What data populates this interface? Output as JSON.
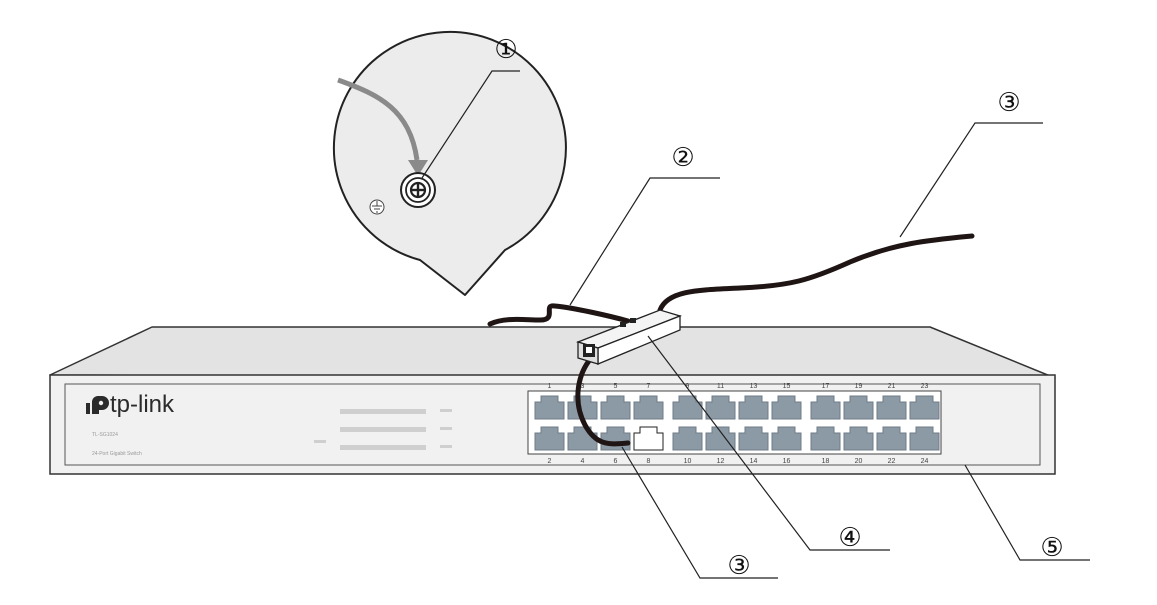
{
  "brand": {
    "logo_text": "tp-link"
  },
  "device": {
    "model": "TL-SG1024",
    "description": "24-Port Gigabit Switch",
    "top_port_labels": [
      "1",
      "3",
      "5",
      "7",
      "9",
      "11",
      "13",
      "15",
      "17",
      "19",
      "21",
      "23"
    ],
    "bottom_port_labels": [
      "2",
      "4",
      "6",
      "8",
      "10",
      "12",
      "14",
      "16",
      "18",
      "20",
      "22",
      "24"
    ]
  },
  "callouts": [
    {
      "id": "c1",
      "number": "①"
    },
    {
      "id": "c2",
      "number": "②"
    },
    {
      "id": "c3a",
      "number": "③"
    },
    {
      "id": "c3b",
      "number": "③"
    },
    {
      "id": "c4",
      "number": "④"
    },
    {
      "id": "c5",
      "number": "⑤"
    }
  ],
  "colors": {
    "switch_top": "#e3e3e3",
    "switch_front": "#f1f1f1",
    "outline": "#333333",
    "port": "#8c9aa6",
    "cable": "#1f1515",
    "arrow": "#8a8a8a"
  },
  "icons": [
    "ground-symbol-icon",
    "grounding-screw-icon",
    "tp-link-logo-icon"
  ]
}
